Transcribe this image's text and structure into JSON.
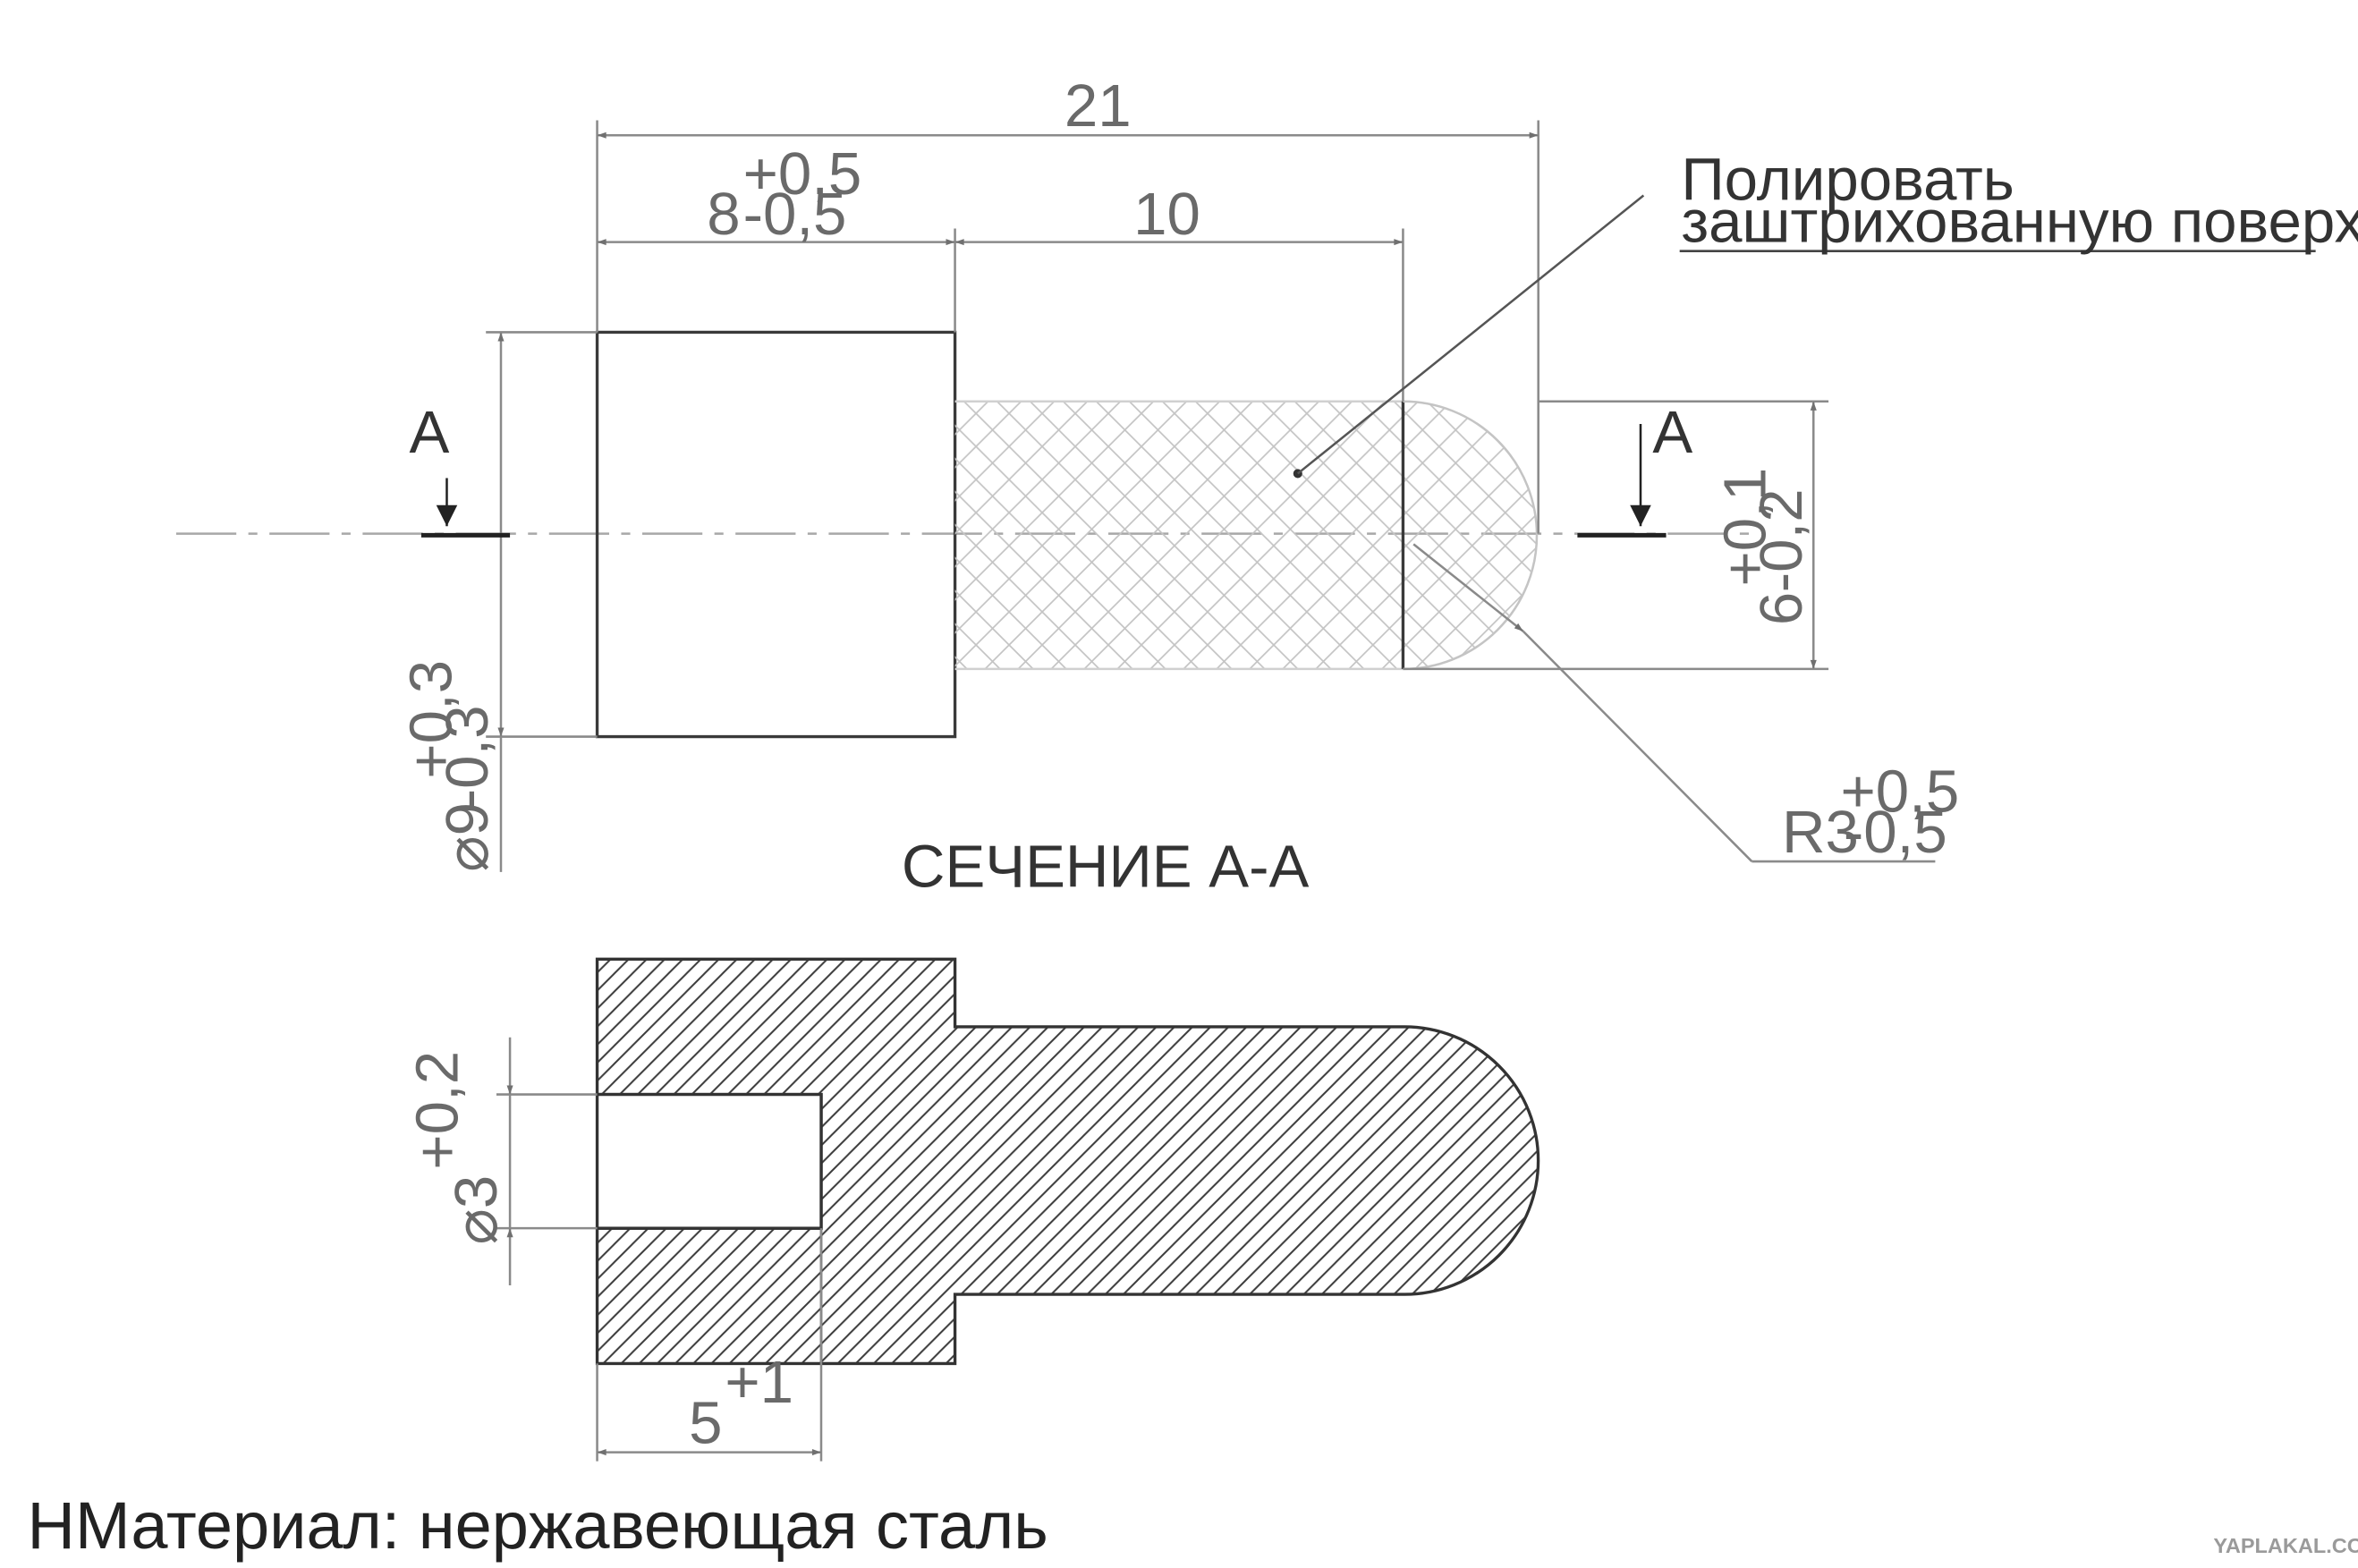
{
  "dimensions": {
    "overall_length": "21",
    "head_length": {
      "value": "8",
      "tol_upper": "+0,5",
      "tol_lower": "-0,5"
    },
    "shank_length": "10",
    "head_diameter": {
      "value": "⌀9",
      "tol_upper": "+0,3",
      "tol_lower": "-0,3"
    },
    "shank_diameter": {
      "value": "6",
      "tol_upper": "+0,1",
      "tol_lower": "-0,2"
    },
    "tip_radius": {
      "value": "R3",
      "tol_upper": "+0,5",
      "tol_lower": "-0,5"
    },
    "hole_diameter": {
      "value": "⌀3",
      "tol_upper": "+0,2"
    },
    "hole_depth": {
      "value": "5",
      "tol_upper": "+1"
    }
  },
  "section_markers": {
    "left": "A",
    "right": "A"
  },
  "note": {
    "line1": "Полировать",
    "line2": "заштрихованную поверхность"
  },
  "section_title": "СЕЧЕНИЕ А-А",
  "material": "НМатериал: нержавеющая сталь",
  "watermark": "YAPLAKAL.COM"
}
